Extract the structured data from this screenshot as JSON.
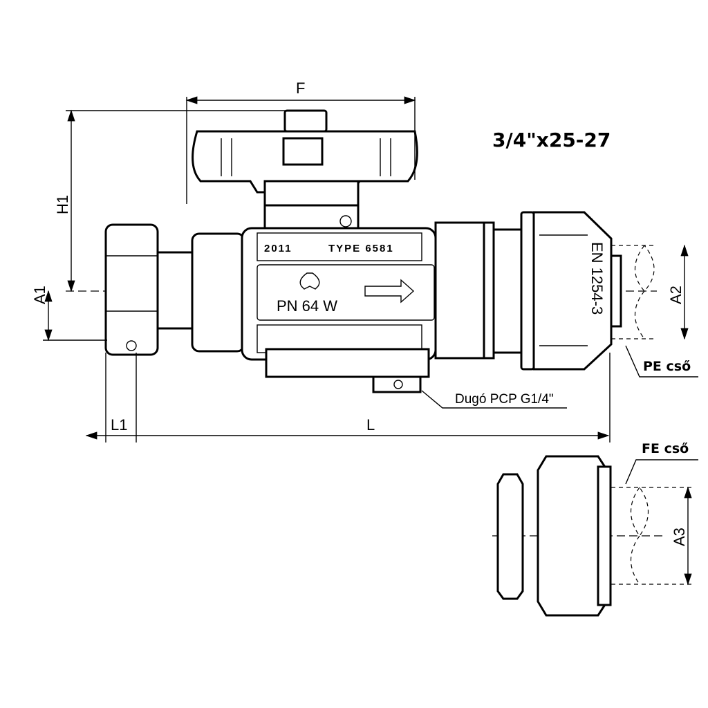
{
  "title": "3/4\"x25-27",
  "dimensions": {
    "F": "F",
    "H1": "H1",
    "A1": "A1",
    "A2": "A2",
    "A3": "A3",
    "L1": "L1",
    "L": "L"
  },
  "markings": {
    "year": "2011",
    "type": "TYPE 6581",
    "pressure": "PN 64 W",
    "standard": "EN 1254-3"
  },
  "callouts": {
    "pe_pipe": "PE cső",
    "fe_pipe": "FE cső",
    "plug": "Dugó PCP G1/4\""
  },
  "colors": {
    "line": "#000000",
    "background": "#ffffff"
  }
}
